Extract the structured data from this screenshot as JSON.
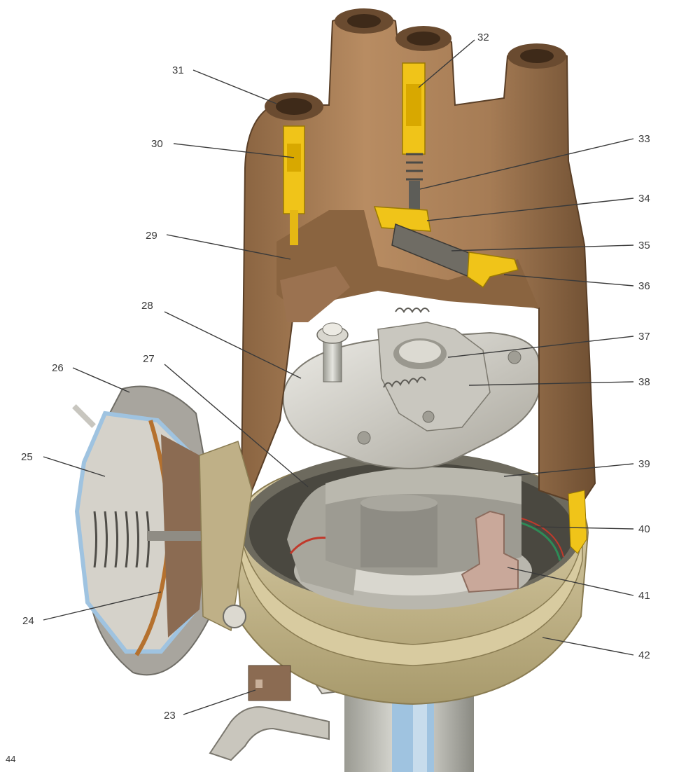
{
  "page_number": "44",
  "callouts": {
    "c23": "23",
    "c24": "24",
    "c25": "25",
    "c26": "26",
    "c27": "27",
    "c28": "28",
    "c29": "29",
    "c30": "30",
    "c31": "31",
    "c32": "32",
    "c33": "33",
    "c34": "34",
    "c35": "35",
    "c36": "36",
    "c37": "37",
    "c38": "38",
    "c39": "39",
    "c40": "40",
    "c41": "41",
    "c42": "42"
  },
  "colors": {
    "cap": "#a67c55",
    "cap_dark": "#7d5a3a",
    "cap_light": "#c49a70",
    "metal": "#d6d4cc",
    "metal_dark": "#8f8c82",
    "housing": "#cdbf95",
    "housing_dark": "#9a8c62",
    "brass": "#f0c419",
    "diaphragm": "#b5712e",
    "gasket": "#9fc3e0"
  }
}
